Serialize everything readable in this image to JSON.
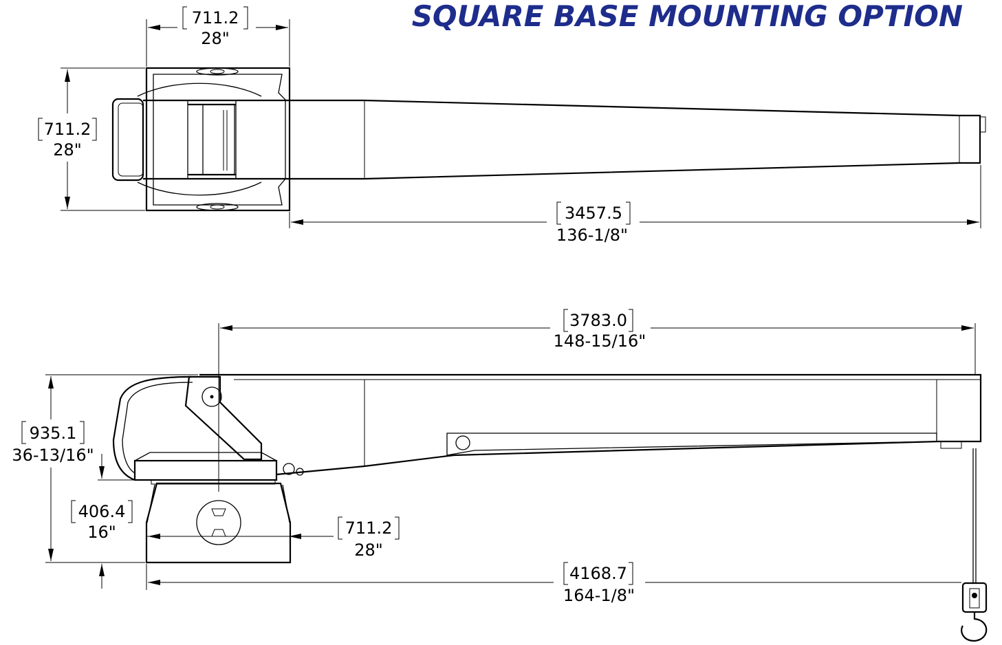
{
  "title": "SQUARE BASE MOUNTING OPTION",
  "colors": {
    "title": "#1e2d8c",
    "line": "#000000",
    "background": "#ffffff"
  },
  "dimensions": {
    "top_width": {
      "mm": "711.2",
      "in": "28\""
    },
    "top_height": {
      "mm": "711.2",
      "in": "28\""
    },
    "top_boom_length": {
      "mm": "3457.5",
      "in": "136-1/8\""
    },
    "side_span": {
      "mm": "3783.0",
      "in": "148-15/16\""
    },
    "side_height": {
      "mm": "935.1",
      "in": "36-13/16\""
    },
    "base_height": {
      "mm": "406.4",
      "in": "16\""
    },
    "base_width": {
      "mm": "711.2",
      "in": "28\""
    },
    "overall_length": {
      "mm": "4168.7",
      "in": "164-1/8\""
    }
  }
}
